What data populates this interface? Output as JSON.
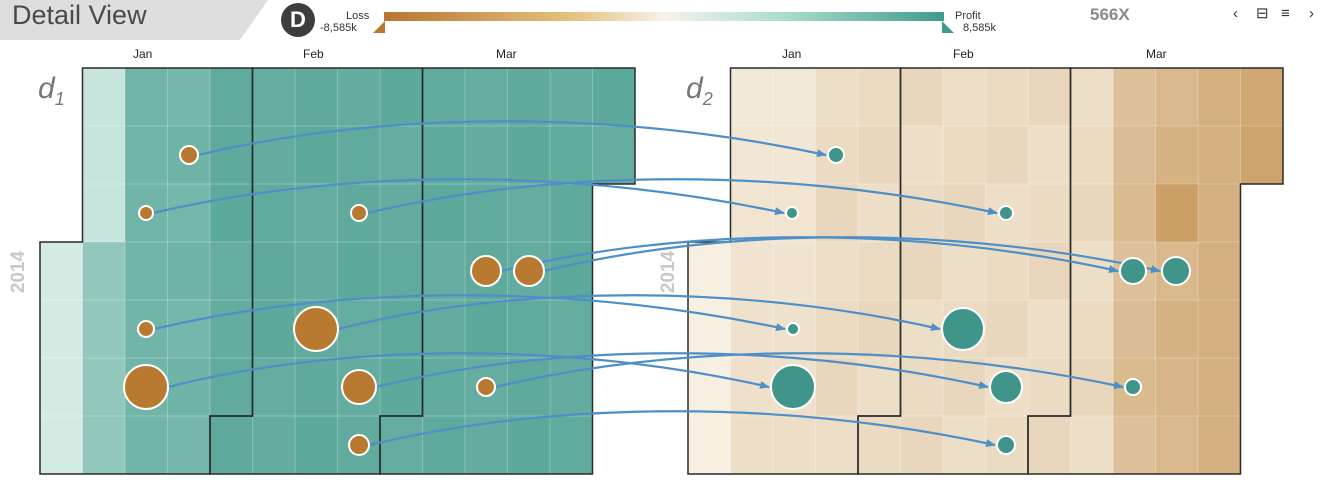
{
  "header": {
    "title": "Detail View",
    "badge": "D",
    "legend": {
      "loss_label": "Loss",
      "loss_value": "-8,585k",
      "profit_label": "Profit",
      "profit_value": "8,585k"
    },
    "zoom": "566X",
    "nav": {
      "prev": "‹",
      "window": "⊟",
      "menu": "≡",
      "next": "›"
    }
  },
  "panels": [
    {
      "label": "d",
      "sub": "1",
      "year": "2014",
      "months": [
        "Jan",
        "Feb",
        "Mar"
      ]
    },
    {
      "label": "d",
      "sub": "2",
      "year": "2014",
      "months": [
        "Jan",
        "Feb",
        "Mar"
      ]
    }
  ],
  "colors": {
    "teal_dark": "#5ba89a",
    "teal_light": "#d6ece6",
    "tan_dark": "#c99b5f",
    "tan_light": "#f6efe2",
    "circle_orange": "#b87a30",
    "circle_teal": "#3f958a",
    "arrow": "#4f8fc7"
  }
}
